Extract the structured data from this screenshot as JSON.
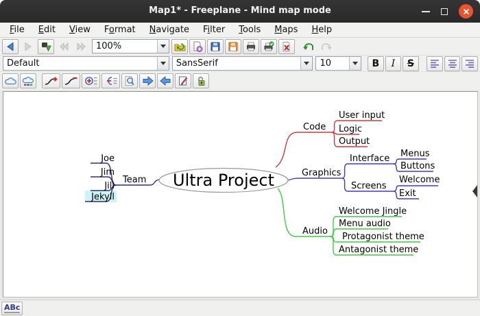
{
  "window": {
    "title": "Map1* - Freeplane - Mind map mode",
    "titlebar_bg": "#2d2d2d",
    "close_color": "#e9542e"
  },
  "menubar": {
    "items": [
      {
        "pre": "",
        "mn": "F",
        "post": "ile"
      },
      {
        "pre": "",
        "mn": "E",
        "post": "dit"
      },
      {
        "pre": "",
        "mn": "V",
        "post": "iew"
      },
      {
        "pre": "F",
        "mn": "o",
        "post": "rmat"
      },
      {
        "pre": "",
        "mn": "N",
        "post": "avigate"
      },
      {
        "pre": "F",
        "mn": "i",
        "post": "lter"
      },
      {
        "pre": "",
        "mn": "T",
        "post": "ools"
      },
      {
        "pre": "",
        "mn": "M",
        "post": "aps"
      },
      {
        "pre": "",
        "mn": "H",
        "post": "elp"
      }
    ]
  },
  "toolbar_nav": {
    "zoom_value": "100%",
    "icons": [
      "back-icon",
      "forward-icon",
      "show-map-icon",
      "previous-map-icon",
      "next-map-icon",
      "open-map-icon",
      "new-map-icon",
      "save-icon",
      "save-as-icon",
      "print-icon",
      "print-preview-icon",
      "close-map-icon",
      "undo-icon",
      "redo-icon"
    ]
  },
  "toolbar_format": {
    "style_value": "Default",
    "font_value": "SansSerif",
    "size_value": "10",
    "bold_label": "B",
    "italic_label": "I",
    "strike_label": "S",
    "icons": [
      "align-left-icon",
      "align-center-icon",
      "align-right-icon"
    ]
  },
  "toolbar_edit": {
    "icons": [
      "cloud-icon",
      "cloud-color-icon",
      "edge-curve-add-icon",
      "edge-curve-remove-icon",
      "unfold-all-icon",
      "fold-all-icon",
      "find-icon",
      "navigate-forward-icon",
      "navigate-back-icon",
      "edit-node-icon",
      "protect-icon"
    ]
  },
  "statusbar": {
    "spell_label": "ABc"
  },
  "mindmap": {
    "selection_color": "#cdf4f5",
    "root": {
      "label": "Ultra Project"
    },
    "branches": [
      {
        "label": "Code",
        "color": "#cc3b3b",
        "side": "right",
        "children": [
          {
            "label": "User input"
          },
          {
            "label": "Logic"
          },
          {
            "label": "Output"
          }
        ]
      },
      {
        "label": "Graphics",
        "color": "#3b3bc4",
        "side": "right",
        "children": [
          {
            "label": "Interface",
            "children": [
              {
                "label": "Menus"
              },
              {
                "label": "Buttons"
              }
            ]
          },
          {
            "label": "Screens",
            "children": [
              {
                "label": "Welcome"
              },
              {
                "label": "Exit"
              }
            ]
          }
        ]
      },
      {
        "label": "Audio",
        "color": "#41c941",
        "side": "right",
        "children": [
          {
            "label": "Welcome Jingle"
          },
          {
            "label": "Menu audio"
          },
          {
            "label": "Protagonist theme"
          },
          {
            "label": "Antagonist theme"
          }
        ]
      },
      {
        "label": "Team",
        "color": "#2c2c85",
        "side": "left",
        "children": [
          {
            "label": "Joe"
          },
          {
            "label": "Jim"
          },
          {
            "label": "Jill"
          },
          {
            "label": "Jekyll",
            "selected": true
          }
        ]
      }
    ]
  }
}
